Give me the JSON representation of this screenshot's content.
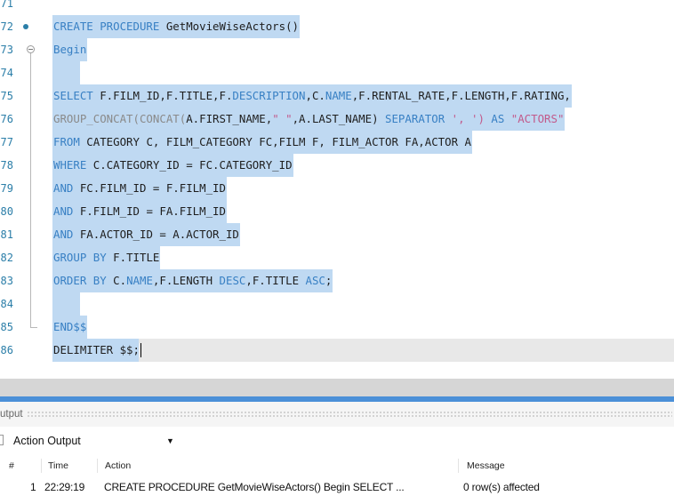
{
  "editor": {
    "lines": [
      {
        "num": "71",
        "tokens": []
      },
      {
        "num": "72",
        "tokens": [
          {
            "t": "CREATE PROCEDURE",
            "c": "kw"
          },
          {
            "t": " GetMovieWiseActors()",
            "c": "id"
          }
        ]
      },
      {
        "num": "73",
        "tokens": [
          {
            "t": "Begin",
            "c": "kw"
          }
        ]
      },
      {
        "num": "74",
        "tokens": []
      },
      {
        "num": "75",
        "tokens": [
          {
            "t": "SELECT",
            "c": "kw"
          },
          {
            "t": " F.FILM_ID,F.TITLE,F.",
            "c": "id"
          },
          {
            "t": "DESCRIPTION",
            "c": "kw"
          },
          {
            "t": ",C.",
            "c": "id"
          },
          {
            "t": "NAME",
            "c": "kw"
          },
          {
            "t": ",F.RENTAL_RATE,F.LENGTH,F.RATING,",
            "c": "id"
          }
        ]
      },
      {
        "num": "76",
        "tokens": [
          {
            "t": "GROUP_CONCAT(CONCAT(",
            "c": "fn"
          },
          {
            "t": "A.FIRST_NAME,",
            "c": "id"
          },
          {
            "t": "\" \"",
            "c": "str"
          },
          {
            "t": ",A.LAST_NAME) ",
            "c": "id"
          },
          {
            "t": "SEPARATOR",
            "c": "kw"
          },
          {
            "t": " ', ') ",
            "c": "str"
          },
          {
            "t": "AS",
            "c": "kw"
          },
          {
            "t": " \"ACTORS\"",
            "c": "str"
          }
        ]
      },
      {
        "num": "77",
        "tokens": [
          {
            "t": "FROM",
            "c": "kw"
          },
          {
            "t": " CATEGORY C, FILM_CATEGORY FC,FILM F, FILM_ACTOR FA,ACTOR A",
            "c": "id"
          }
        ]
      },
      {
        "num": "78",
        "tokens": [
          {
            "t": "WHERE",
            "c": "kw"
          },
          {
            "t": " C.CATEGORY_ID = FC.CATEGORY_ID",
            "c": "id"
          }
        ]
      },
      {
        "num": "79",
        "tokens": [
          {
            "t": "AND",
            "c": "kw"
          },
          {
            "t": " FC.FILM_ID = F.FILM_ID",
            "c": "id"
          }
        ]
      },
      {
        "num": "80",
        "tokens": [
          {
            "t": "AND",
            "c": "kw"
          },
          {
            "t": " F.FILM_ID = FA.FILM_ID",
            "c": "id"
          }
        ]
      },
      {
        "num": "81",
        "tokens": [
          {
            "t": "AND",
            "c": "kw"
          },
          {
            "t": " FA.ACTOR_ID = A.ACTOR_ID",
            "c": "id"
          }
        ]
      },
      {
        "num": "82",
        "tokens": [
          {
            "t": "GROUP BY",
            "c": "kw"
          },
          {
            "t": " F.TITLE",
            "c": "id"
          }
        ]
      },
      {
        "num": "83",
        "tokens": [
          {
            "t": "ORDER BY",
            "c": "kw"
          },
          {
            "t": " C.",
            "c": "id"
          },
          {
            "t": "NAME",
            "c": "kw"
          },
          {
            "t": ",F.LENGTH ",
            "c": "id"
          },
          {
            "t": "DESC",
            "c": "kw"
          },
          {
            "t": ",F.TITLE ",
            "c": "id"
          },
          {
            "t": "ASC",
            "c": "kw"
          },
          {
            "t": ";",
            "c": "id"
          }
        ]
      },
      {
        "num": "84",
        "tokens": []
      },
      {
        "num": "85",
        "tokens": [
          {
            "t": "END",
            "c": "kw"
          },
          {
            "t": "$$",
            "c": "dollar"
          }
        ]
      },
      {
        "num": "86",
        "tokens": [
          {
            "t": "DELIMITER $$;",
            "c": "id"
          }
        ]
      }
    ]
  },
  "output": {
    "title": "utput",
    "dropdown_value": "Action Output",
    "columns": [
      "#",
      "Time",
      "Action",
      "Message"
    ],
    "rows": [
      {
        "num": "1",
        "time": "22:29:19",
        "action": "CREATE PROCEDURE GetMovieWiseActors() Begin  SELECT ...",
        "message": "0 row(s) affected"
      }
    ]
  },
  "icons": {
    "breakpoint": "breakpoint-dot-icon",
    "fold": "fold-collapse-icon",
    "dropdown": "chevron-down-icon"
  },
  "colors": {
    "selection": "#bfd9f2",
    "keyword": "#3880c4",
    "string": "#c25a8b",
    "line_number": "#2b7ea8",
    "accent_bar": "#4b90d8"
  }
}
